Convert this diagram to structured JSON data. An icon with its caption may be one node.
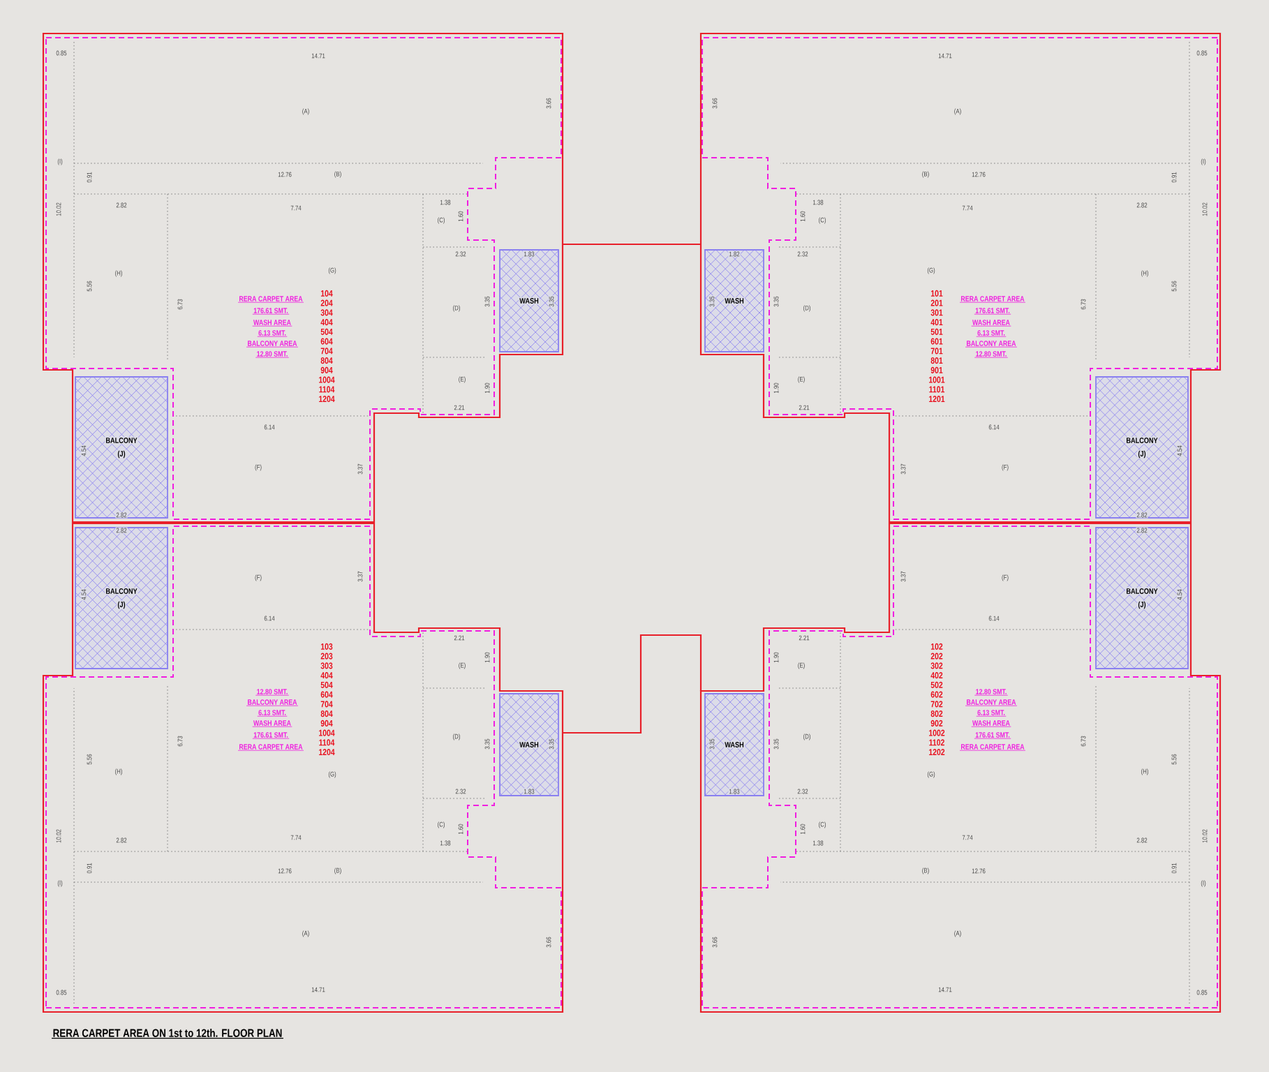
{
  "diagram": {
    "caption": "RERA CARPET AREA ON 1st to 12th. FLOOR PLAN",
    "nodes": [
      {
        "text": [],
        "shape": "box"
      },
      {
        "text": [
          "WASH"
        ],
        "in": 0
      },
      {
        "text": [
          "BALCONY",
          "(J)"
        ],
        "in": 0
      },
      {
        "text": [],
        "shape": "box"
      },
      {
        "text": [
          "WASH"
        ],
        "in": 3
      },
      {
        "text": [
          "BALCONY",
          "(J)"
        ],
        "in": 3
      },
      {
        "text": [],
        "shape": "box"
      },
      {
        "text": [
          "WASH"
        ],
        "in": 6
      },
      {
        "text": [
          "BALCONY",
          "(J)"
        ],
        "in": 6
      },
      {
        "text": [],
        "shape": "box"
      },
      {
        "text": [
          "WASH"
        ],
        "in": 9
      },
      {
        "text": [
          "BALCONY",
          "(J)"
        ],
        "in": 9
      }
    ],
    "labels": [
      "0.85",
      "14.71",
      "(A)",
      "3.66",
      "(I)",
      "0.91",
      "12.76",
      "(B)",
      "10.02",
      "2.82",
      "7.74",
      "1.38",
      "(C)",
      "1.60",
      "(G)",
      "2.32",
      "1.83",
      "(H)",
      "5.56",
      "6.73",
      "RERA CARPET AREA",
      "176.61 SMT.",
      "WASH AREA",
      "6.13 SMT.",
      "BALCONY AREA",
      "12.80 SMT.",
      "104 204 304 404 504 604 704 804 904 1004 1104 1204",
      "(D)",
      "3.35",
      "3.35",
      "(E)",
      "1.90",
      "2.21",
      "6.14",
      "4.54",
      "(F)",
      "3.37",
      "2.82",
      "0.85",
      "14.71",
      "(A)",
      "3.66",
      "(I)",
      "0.91",
      "12.76",
      "(B)",
      "10.02",
      "2.82",
      "7.74",
      "1.38",
      "(C)",
      "1.60",
      "(G)",
      "2.32",
      "1.82",
      "(H)",
      "5.56",
      "6.73",
      "RERA CARPET AREA",
      "176.61 SMT.",
      "WASH AREA",
      "6.13 SMT.",
      "BALCONY AREA",
      "12.80 SMT.",
      "101 201 301 401 501 601 701 801 901 1001 1101 1201",
      "(D)",
      "3.35",
      "3.35",
      "(E)",
      "1.90",
      "2.21",
      "6.14",
      "4.54",
      "(F)",
      "3.37",
      "2.82",
      "0.85",
      "14.71",
      "(A)",
      "3.66",
      "(I)",
      "0.91",
      "12.76",
      "(B)",
      "10.02",
      "2.82",
      "7.74",
      "1.38",
      "(C)",
      "1.60",
      "(G)",
      "2.32",
      "1.83",
      "(H)",
      "5.56",
      "6.73",
      "RERA CARPET AREA",
      "176.61 SMT.",
      "WASH AREA",
      "6.13 SMT.",
      "BALCONY AREA",
      "12.80 SMT.",
      "103 203 303 404 504 604 704 804 904 1004 1104 1204",
      "(D)",
      "3.35",
      "3.35",
      "(E)",
      "1.90",
      "2.21",
      "6.14",
      "4.54",
      "(F)",
      "3.37",
      "2.82",
      "0.85",
      "14.71",
      "(A)",
      "3.66",
      "(I)",
      "0.91",
      "12.76",
      "(B)",
      "10.02",
      "2.82",
      "7.74",
      "1.38",
      "(C)",
      "1.60",
      "(G)",
      "2.32",
      "1.83",
      "(H)",
      "5.56",
      "6.73",
      "RERA CARPET AREA",
      "176.61 SMT.",
      "WASH AREA",
      "6.13 SMT.",
      "BALCONY AREA",
      "12.80 SMT.",
      "102 202 302 402 502 602 702 802 902 1002 1102 1202",
      "(D)",
      "3.35",
      "3.35",
      "(E)",
      "1.90",
      "2.21",
      "6.14",
      "4.54",
      "(F)",
      "3.37",
      "2.82"
    ]
  }
}
